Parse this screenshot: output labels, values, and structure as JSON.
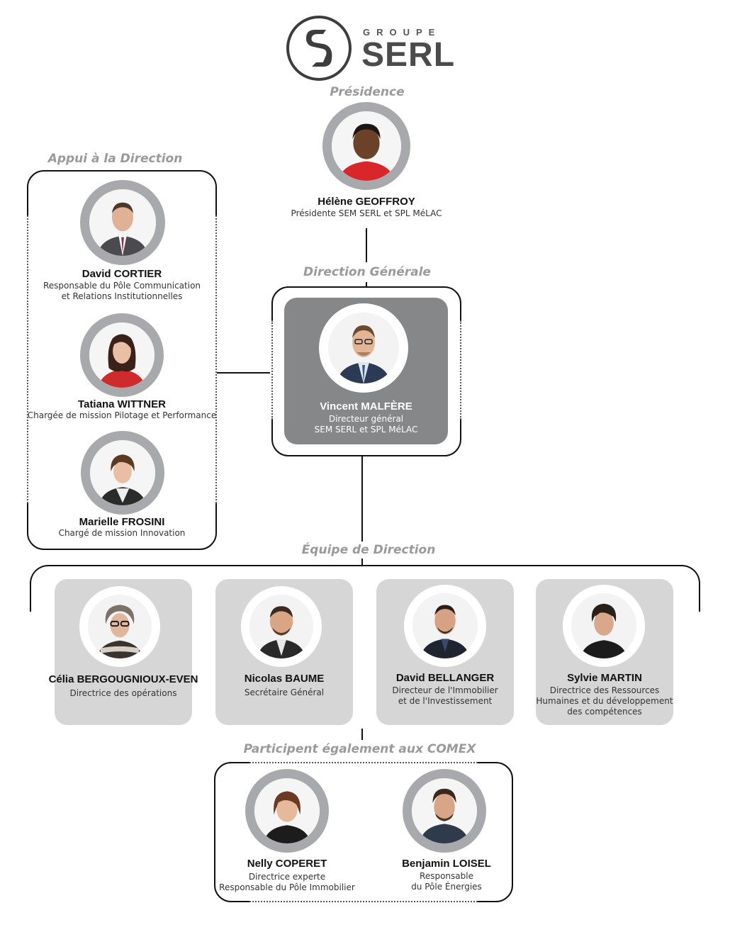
{
  "logo": {
    "groupe": "GROUPE",
    "serl": "SERL"
  },
  "sections": {
    "presidence": "Présidence",
    "appui": "Appui à la Direction",
    "direction_generale": "Direction Générale",
    "equipe": "Équipe de Direction",
    "comex": "Participent également aux COMEX"
  },
  "president": {
    "name": "Hélène GEOFFROY",
    "role": [
      "Présidente SEM SERL et SPL MéLAC"
    ]
  },
  "director_general": {
    "name": "Vincent MALFÈRE",
    "role": [
      "Directeur général",
      "SEM SERL et SPL MéLAC"
    ]
  },
  "appui": [
    {
      "name": "David CORTIER",
      "role": [
        "Responsable du Pôle Communication",
        "et Relations Institutionnelles"
      ]
    },
    {
      "name": "Tatiana WITTNER",
      "role": [
        "Chargée de mission Pilotage et Performance"
      ]
    },
    {
      "name": "Marielle FROSINI",
      "role": [
        "Chargé de mission Innovation"
      ]
    }
  ],
  "equipe": [
    {
      "name": "Célia BERGOUGNIOUX-EVEN",
      "role": [
        "Directrice des opérations"
      ]
    },
    {
      "name": "Nicolas BAUME",
      "role": [
        "Secrétaire Général"
      ]
    },
    {
      "name": "David BELLANGER",
      "role": [
        "Directeur de l'Immobilier",
        "et de l'Investissement"
      ]
    },
    {
      "name": "Sylvie MARTIN",
      "role": [
        "Directrice des Ressources",
        "Humaines et du développement",
        "des compétences"
      ]
    }
  ],
  "comex": [
    {
      "name": "Nelly COPERET",
      "role": [
        "Directrice experte",
        "Responsable du Pôle Immobilier"
      ]
    },
    {
      "name": "Benjamin LOISEL",
      "role": [
        "Responsable",
        "du Pôle Énergies"
      ]
    }
  ],
  "colors": {
    "frame": "#111111",
    "ring": "#a7a9ac",
    "card": "#d6d6d7",
    "card_dark": "#868789",
    "title": "#9a9a9a"
  }
}
